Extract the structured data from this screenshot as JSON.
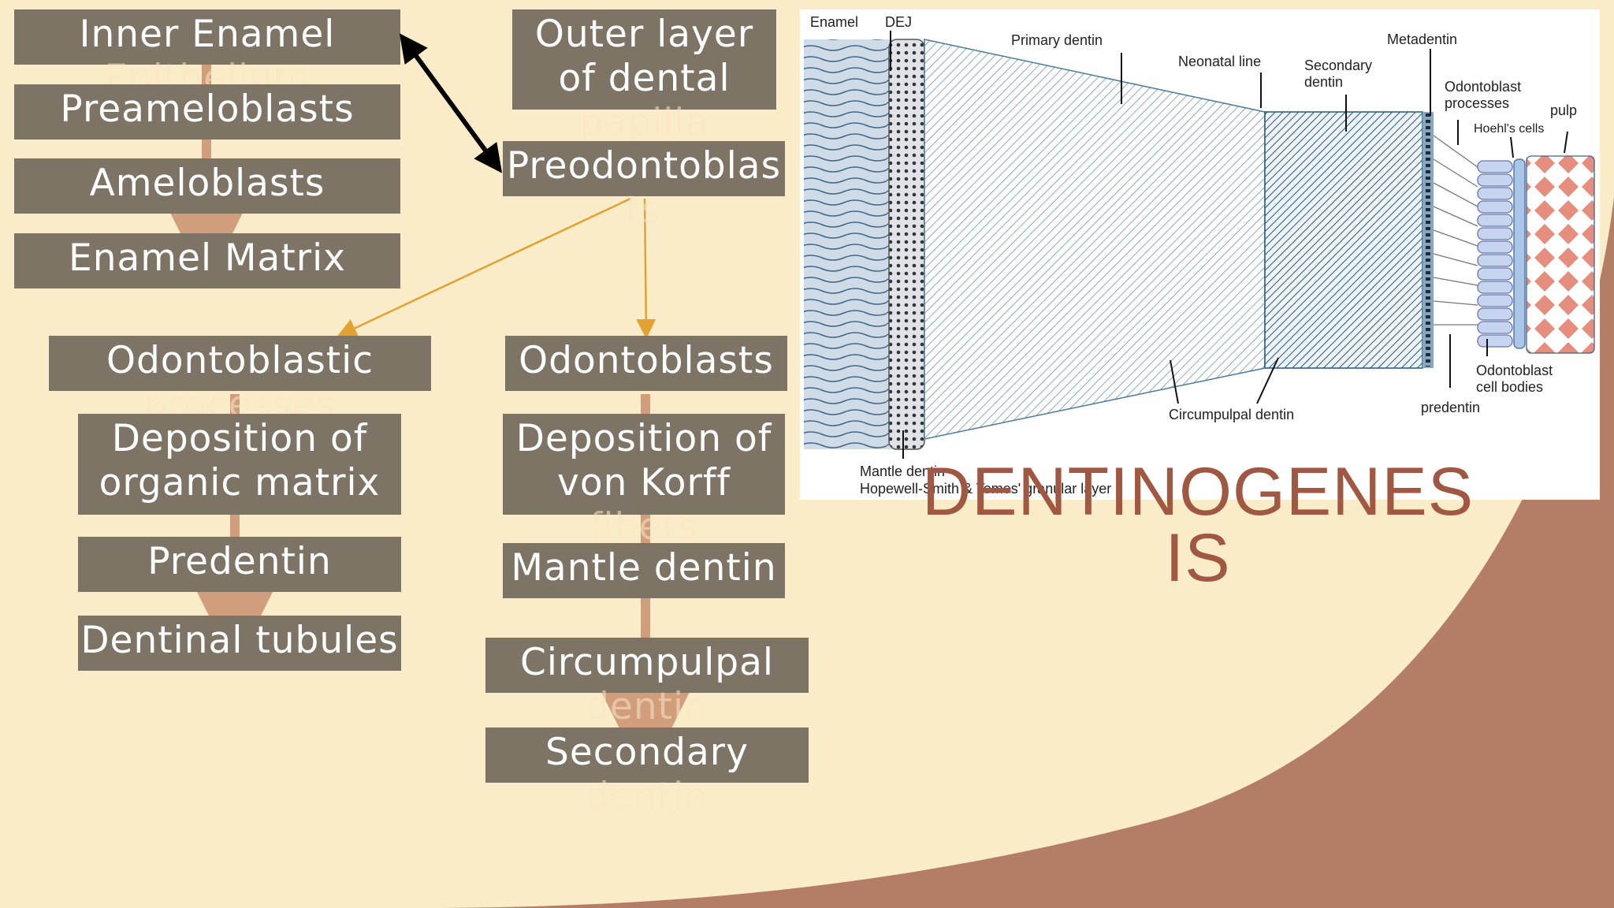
{
  "title": {
    "line1": "DENTINOGENES",
    "line2": "IS",
    "color": "#a15843"
  },
  "colors": {
    "background": "#faecc8",
    "box": "#7d7465",
    "box_text": "#ffffff",
    "corner_accent": "#b47e66",
    "connector": "#e2a232",
    "connector_overlay": "#c99070"
  },
  "enamel_column": {
    "inner_enamel_epithelium": [
      "Inner Enamel",
      "Epithelium"
    ],
    "preameloblasts": "Preameloblasts",
    "ameloblasts": "Ameloblasts",
    "enamel_matrix": "Enamel Matrix"
  },
  "papilla_column": {
    "outer_layer": [
      "Outer layer",
      "of dental",
      "papilla"
    ],
    "preodontoblasts": [
      "Preodontoblas",
      "ts"
    ]
  },
  "processes_column": {
    "odontoblastic_processes": [
      "Odontoblastic",
      "processes"
    ],
    "deposition_organic": [
      "Deposition of",
      "organic matrix"
    ],
    "predentin": "Predentin",
    "dentinal_tubules": "Dentinal tubules"
  },
  "odontoblast_column": {
    "odontoblasts": "Odontoblasts",
    "deposition_korff": [
      "Deposition of",
      "von Korff",
      "fibers"
    ],
    "mantle_dentin": "Mantle dentin",
    "circumpulpal": [
      "Circumpulpal",
      "dentin"
    ],
    "secondary": [
      "Secondary",
      "dentin"
    ]
  },
  "diagram_labels": {
    "enamel": "Enamel",
    "dej": "DEJ",
    "primary_dentin": "Primary dentin",
    "neonatal_line": "Neonatal line",
    "secondary_dentin": [
      "Secondary",
      "dentin"
    ],
    "metadentin": "Metadentin",
    "odontoblast_processes": [
      "Odontoblast",
      "processes"
    ],
    "pulp": "pulp",
    "hoehls_cells": "Hoehl's cells",
    "circumpulpal_dentin": "Circumpulpal dentin",
    "predentin": "predentin",
    "odontoblast_cell_bodies": [
      "Odontoblast",
      "cell bodies"
    ],
    "mantle_dentin": "Mantle dentin",
    "hopewell": "Hopewell-Smith & Tomes' granular layer"
  }
}
